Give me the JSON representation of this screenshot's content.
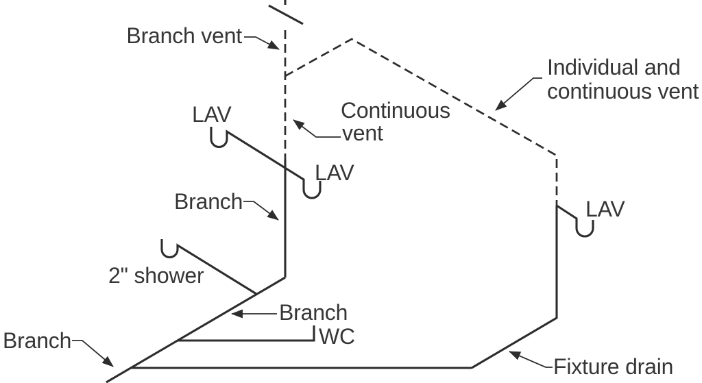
{
  "figure": {
    "description": "Isometric plumbing schematic of branch drains with individual and continuous venting",
    "colors": {
      "background": "#ffffff",
      "ink": "#2d2d2d",
      "text": "#363636"
    },
    "labels": {
      "branch_vent": "Branch vent",
      "individual_continuous_vent": [
        "Individual and",
        "continuous vent"
      ],
      "continuous_vent": [
        "Continuous",
        "vent"
      ],
      "lav_upper_left": "LAV",
      "lav_middle": "LAV",
      "lav_right": "LAV",
      "branch_upper": "Branch",
      "shower": "2\" shower",
      "branch_center": "Branch",
      "wc": "WC",
      "branch_lower_left": "Branch",
      "fixture_drain": "Fixture drain"
    }
  }
}
